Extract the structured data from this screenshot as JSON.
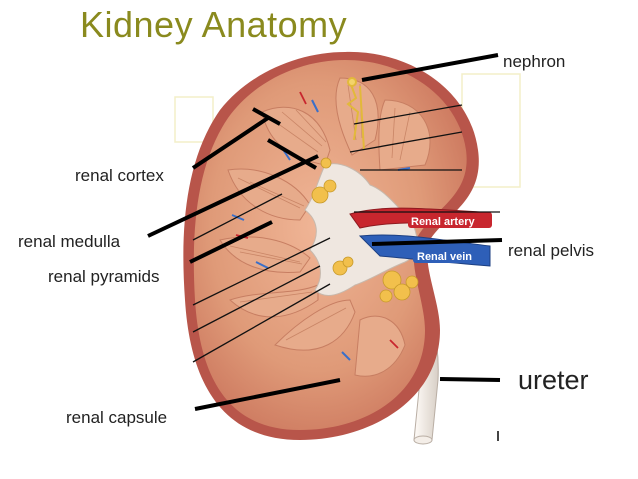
{
  "title": "Kidney Anatomy",
  "labels": {
    "nephron": "nephron",
    "renal_cortex": "renal cortex",
    "renal_medulla": "renal medulla",
    "renal_pyramids": "renal pyramids",
    "renal_pelvis": "renal pelvis",
    "ureter": "ureter",
    "renal_capsule": "renal capsule"
  },
  "vessel_labels": {
    "artery": "Renal artery",
    "vein": "Renal vein"
  },
  "colors": {
    "title": "#8a8a1e",
    "cortex": "#d98f6e",
    "capsule": "#b8554a",
    "pyramid": "#e3a584",
    "pelvis": "#ece4de",
    "artery": "#c8262e",
    "vein": "#2e5fb8",
    "fat": "#f2c04c"
  }
}
